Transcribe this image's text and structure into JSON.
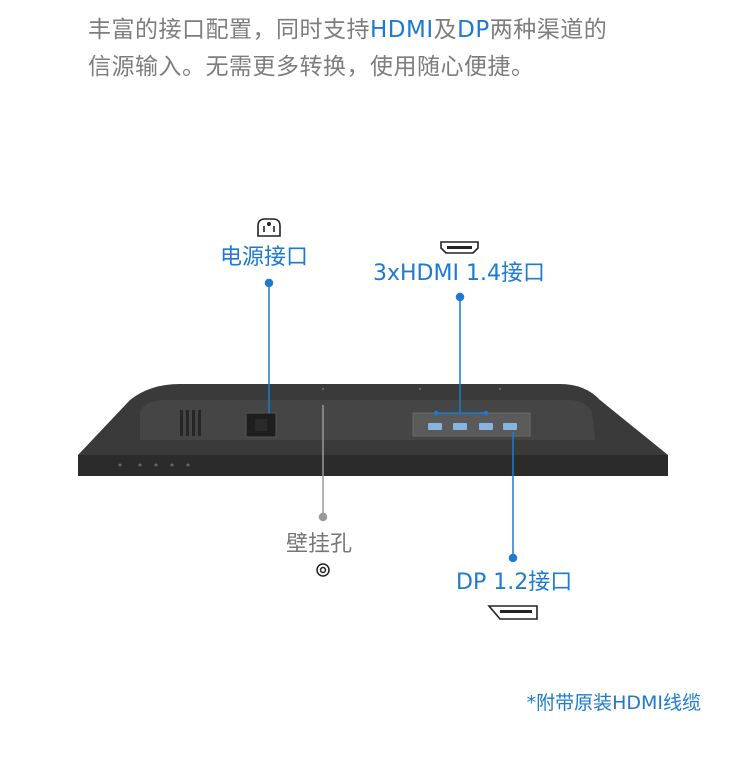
{
  "intro": {
    "line1_a": "丰富的接口配置，同时支持",
    "line1_hdmi": "HDMI",
    "line1_b": "及",
    "line1_dp": "DP",
    "line1_c": "两种渠道的",
    "line2": "信源输入。无需更多转换，使用随心便捷。"
  },
  "callouts": {
    "power": "电源接口",
    "hdmi": "3xHDMI 1.4接口",
    "wall": "壁挂孔",
    "dp": "DP 1.2接口"
  },
  "footnote": "*附带原装HDMI线缆",
  "colors": {
    "accent": "#1d7ad0",
    "text_gray": "#7d7d7d",
    "monitor": "#3a3a3a"
  },
  "icons": [
    "power-socket-icon",
    "hdmi-port-icon",
    "wall-mount-icon",
    "displayport-icon"
  ]
}
